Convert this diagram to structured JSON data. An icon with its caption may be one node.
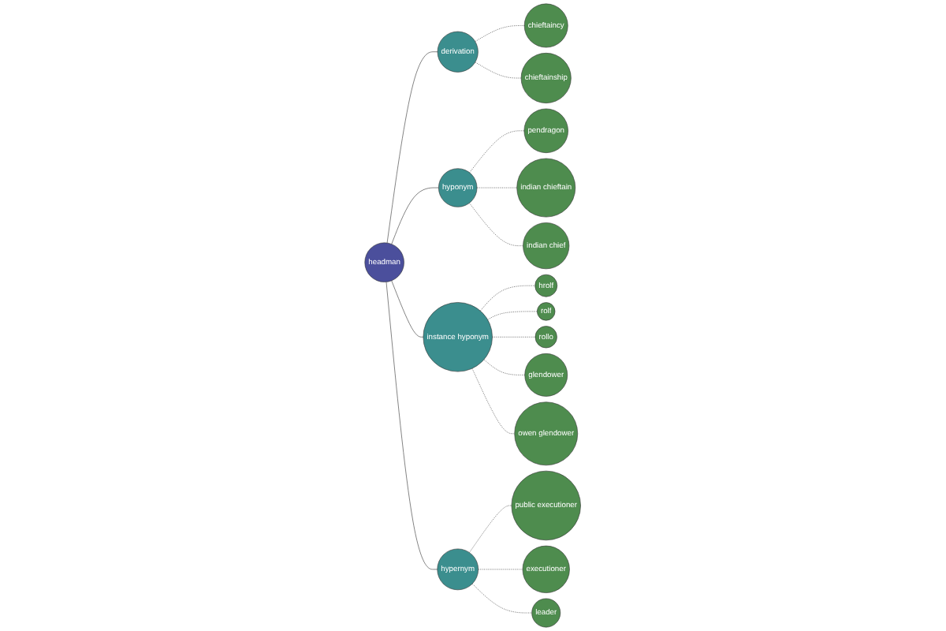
{
  "diagram": {
    "nodes": [
      {
        "text": [
          "headman"
        ]
      },
      {
        "text": [
          "derivation"
        ]
      },
      {
        "text": [
          "chieftaincy"
        ]
      },
      {
        "text": [
          "chieftainship"
        ]
      },
      {
        "text": [
          "hyponym"
        ]
      },
      {
        "text": [
          "pendragon"
        ]
      },
      {
        "text": [
          "indian chieftain"
        ]
      },
      {
        "text": [
          "indian chief"
        ]
      },
      {
        "text": [
          "instance hyponym"
        ]
      },
      {
        "text": [
          "hrolf"
        ]
      },
      {
        "text": [
          "rolf"
        ]
      },
      {
        "text": [
          "rollo"
        ]
      },
      {
        "text": [
          "glendower"
        ]
      },
      {
        "text": [
          "owen glendower"
        ]
      },
      {
        "text": [
          "hypernym"
        ]
      },
      {
        "text": [
          "public executioner"
        ]
      },
      {
        "text": [
          "executioner"
        ]
      },
      {
        "text": [
          "leader"
        ]
      }
    ],
    "edges": [
      {
        "from": 0,
        "to": 1,
        "arrow": "none"
      },
      {
        "from": 0,
        "to": 4,
        "arrow": "none"
      },
      {
        "from": 0,
        "to": 8,
        "arrow": "none"
      },
      {
        "from": 0,
        "to": 14,
        "arrow": "none"
      },
      {
        "from": 1,
        "to": 2,
        "arrow": "none",
        "style": "dashed"
      },
      {
        "from": 1,
        "to": 3,
        "arrow": "none",
        "style": "dashed"
      },
      {
        "from": 4,
        "to": 5,
        "arrow": "none",
        "style": "dashed"
      },
      {
        "from": 4,
        "to": 6,
        "arrow": "none",
        "style": "dashed"
      },
      {
        "from": 4,
        "to": 7,
        "arrow": "none",
        "style": "dashed"
      },
      {
        "from": 8,
        "to": 9,
        "arrow": "none",
        "style": "dashed"
      },
      {
        "from": 8,
        "to": 10,
        "arrow": "none",
        "style": "dashed"
      },
      {
        "from": 8,
        "to": 11,
        "arrow": "none",
        "style": "dashed"
      },
      {
        "from": 8,
        "to": 12,
        "arrow": "none",
        "style": "dashed"
      },
      {
        "from": 8,
        "to": 13,
        "arrow": "none",
        "style": "dashed"
      },
      {
        "from": 14,
        "to": 15,
        "arrow": "none",
        "style": "dashed"
      },
      {
        "from": 14,
        "to": 16,
        "arrow": "none",
        "style": "dashed"
      },
      {
        "from": 14,
        "to": 17,
        "arrow": "none",
        "style": "dashed"
      }
    ]
  }
}
